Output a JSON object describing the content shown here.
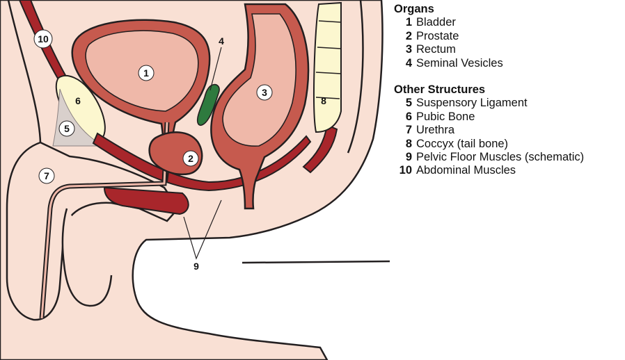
{
  "colors": {
    "skin": "#f9e0d4",
    "muscle": "#a8262b",
    "organ_outer": "#c65a4e",
    "organ_inner": "#efb8a9",
    "bone": "#fcf7cf",
    "vesicle": "#2e7a3e",
    "outline": "#231f20"
  },
  "legend": {
    "organs_title": "Organs",
    "organs": [
      {
        "num": "1",
        "label": "Bladder"
      },
      {
        "num": "2",
        "label": "Prostate"
      },
      {
        "num": "3",
        "label": "Rectum"
      },
      {
        "num": "4",
        "label": "Seminal Vesicles"
      }
    ],
    "other_title": "Other Structures",
    "other": [
      {
        "num": "5",
        "label": "Suspensory Ligament"
      },
      {
        "num": "6",
        "label": "Pubic Bone"
      },
      {
        "num": "7",
        "label": "Urethra"
      },
      {
        "num": "8",
        "label": "Coccyx (tail bone)"
      },
      {
        "num": "9",
        "label": "Pelvic Floor Muscles (schematic)"
      },
      {
        "num": "10",
        "label": "Abdominal Muscles"
      }
    ]
  },
  "markers": {
    "m1": "1",
    "m2": "2",
    "m3": "3",
    "m4": "4",
    "m5": "5",
    "m6": "6",
    "m7": "7",
    "m8": "8",
    "m9": "9",
    "m10": "10"
  }
}
